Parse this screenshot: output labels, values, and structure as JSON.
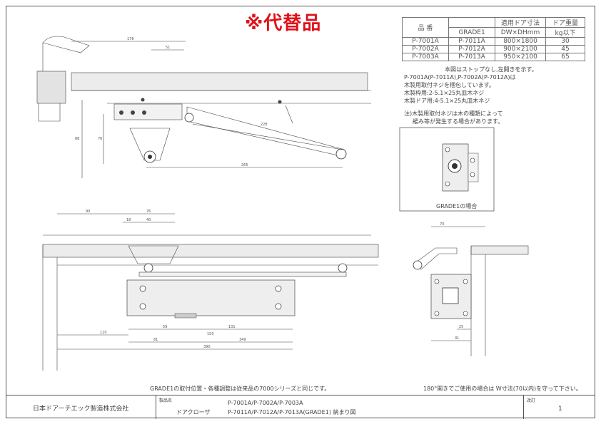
{
  "header": {
    "title": "※代替品"
  },
  "spec_table": {
    "col_product": "品 番",
    "col_door_size": "適用ドア寸法",
    "col_door_size_unit": "DW×DHmm",
    "col_weight": "ドア重量",
    "col_weight_unit": "kg以下",
    "grade_label": "GRADE1",
    "rows": [
      {
        "model": "P-7001A",
        "grade": "P-7011A",
        "size": "800×1800",
        "weight": "30"
      },
      {
        "model": "P-7002A",
        "grade": "P-7012A",
        "size": "900×2100",
        "weight": "45"
      },
      {
        "model": "P-7003A",
        "grade": "P-7013A",
        "size": "950×2100",
        "weight": "65"
      }
    ]
  },
  "notes": {
    "line1": "本図はストップなし,左開きを示す。",
    "line2": "P-7001A(P-7011A),P-7002A(P-7012A)は",
    "line3": "木製用取付ネジを梱包しています。",
    "line4": "木製枠用:2-5.1×25丸皿木ネジ",
    "line5": "木製ドア用:4-5.1×25丸皿木ネジ",
    "caution1": "注)木製用取付ネジは木の種類によって",
    "caution2": "緩み等が発生する場合があります。"
  },
  "grade_inset_caption": "GRADE1の場合",
  "bottom_notes": {
    "left": "GRADE1の取付位置・各種調整は従来品の7000シリーズと同じです。",
    "right": "180°開きでご使用の場合は W寸法(70以内)を守って下さい。"
  },
  "title_block": {
    "company": "日本ドアーチエック製造株式会社",
    "label_name": "製品名",
    "product_type": "ドアクローザ",
    "models_line1": "P-7001A/P-7002A/P-7003A",
    "models_line2": "P-7011A/P-7012A/P-7013A(GRADE1) 納まり図",
    "label_rev": "改訂",
    "page": "1"
  },
  "dims": {
    "d176": "176",
    "d51": "51",
    "d228": "228",
    "d265": "265",
    "d76": "76",
    "d88": "88",
    "d90": "90",
    "d18": "18",
    "d40": "40",
    "d59": "59",
    "d150": "150",
    "d131": "131",
    "d120": "120",
    "d81": "81",
    "d349": "349",
    "d390": "390",
    "d70": "70",
    "d25": "25",
    "d41": "41",
    "d76b": "76"
  }
}
